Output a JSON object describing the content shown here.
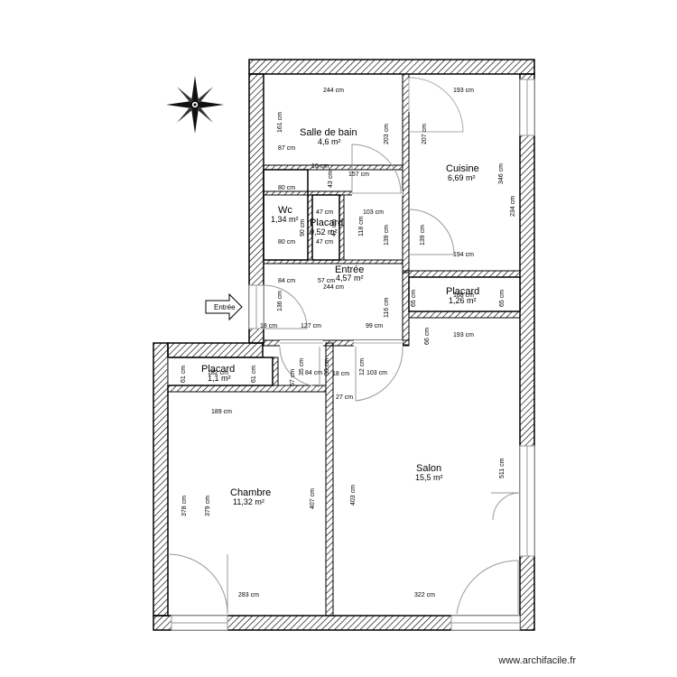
{
  "rooms": {
    "bath": {
      "name": "Salle de bain",
      "area": "4,6 m²"
    },
    "wc": {
      "name": "Wc",
      "area": "1,34 m²"
    },
    "placard_small": {
      "name": "Placard",
      "area": "0,52 m²"
    },
    "kitchen": {
      "name": "Cuisine",
      "area": "6,69 m²"
    },
    "entry": {
      "name": "Entrée",
      "area": "4,57 m²"
    },
    "placard_right": {
      "name": "Placard",
      "area": "1,26 m²"
    },
    "placard_left": {
      "name": "Placard",
      "area": "1,1 m²"
    },
    "bedroom": {
      "name": "Chambre",
      "area": "11,32 m²"
    },
    "living": {
      "name": "Salon",
      "area": "15,5 m²"
    }
  },
  "dimensions": {
    "bath_width": "244 cm",
    "bath_height": "161 cm",
    "bath_inner": "87 cm",
    "bath_right": "203 cm",
    "d_10": "10 cm",
    "d_43": "43 cm",
    "d_157": "157 cm",
    "wc_top": "80 cm",
    "wc_side": "90 cm",
    "wc_bottom": "80 cm",
    "pl_top": "47 cm",
    "pl_mid": "47 cm",
    "pl_bottom": "47 cm",
    "d_103": "103 cm",
    "d_118": "118 cm",
    "d_139a": "139 cm",
    "d_139b": "139 cm",
    "kit_top": "193 cm",
    "kit_left": "207 cm",
    "kit_right": "346 cm",
    "kit_outer": "234 cm",
    "kit_bottom": "194 cm",
    "ent_84": "84 cm",
    "ent_57": "57 cm",
    "ent_244": "244 cm",
    "ent_136": "136 cm",
    "ent_116": "116 cm",
    "ent_18": "18 cm",
    "ent_127": "127 cm",
    "ent_99": "99 cm",
    "plr_left": "65 cm",
    "plr_right": "65 cm",
    "plr_inner": "188 cm",
    "d_66": "66 cm",
    "sal_top": "193 cm",
    "pll_61a": "61 cm",
    "pll_61b": "61 cm",
    "pll_inner": "182 cm",
    "d_67": "67 cm",
    "d_35": "35 cm",
    "d_84": "84 cm",
    "d_30": "30 cm",
    "d_18": "18 cm",
    "d_103b": "103 cm",
    "d_12": "12 cm",
    "d_27": "27 cm",
    "bed_top": "189 cm",
    "bed_378": "378 cm",
    "bed_379": "379 cm",
    "bed_407": "407 cm",
    "bed_bottom": "283 cm",
    "sal_403": "403 cm",
    "sal_511": "511 cm",
    "sal_bottom": "322 cm"
  },
  "entry_arrow_label": "Entrée",
  "watermark": "www.archifacile.fr",
  "colors": {
    "wall": "#000000",
    "hatch": "#000000",
    "window": "#bbbbbb",
    "door_arc": "#999999"
  }
}
